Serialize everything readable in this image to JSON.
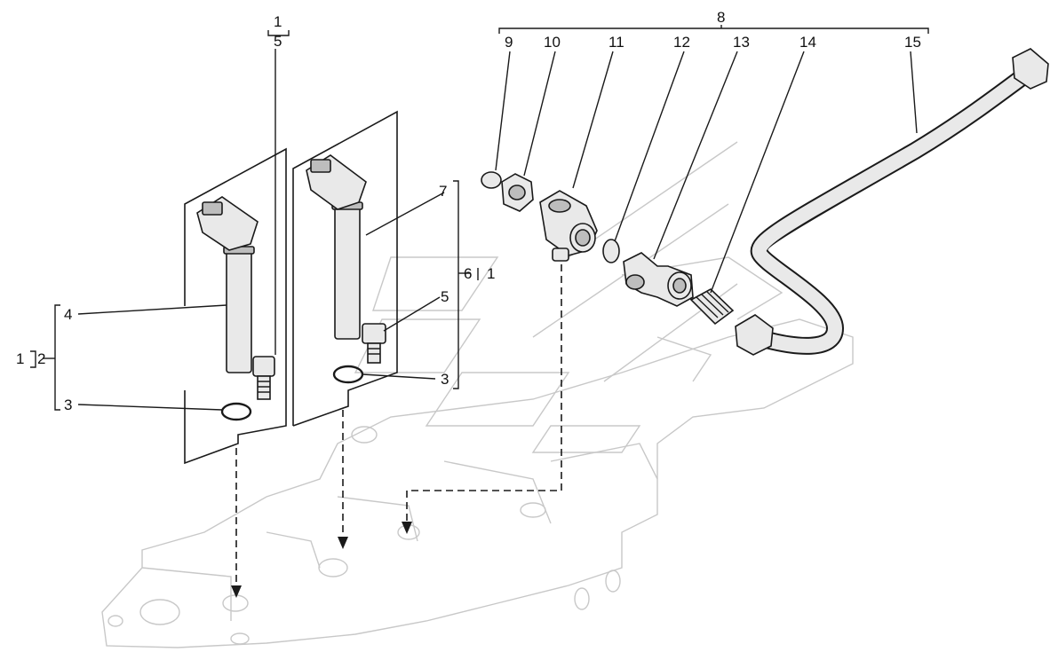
{
  "callouts": {
    "c1_top": "1",
    "c5_top": "5",
    "c8": "8",
    "c9": "9",
    "c10": "10",
    "c11": "11",
    "c12": "12",
    "c13": "13",
    "c14": "14",
    "c15": "15",
    "c7": "7",
    "c6": "6",
    "c1_mid": "1",
    "c5_mid": "5",
    "c3_mid": "3",
    "c4": "4",
    "c1_left": "1",
    "c2": "2",
    "c3_left": "3"
  }
}
